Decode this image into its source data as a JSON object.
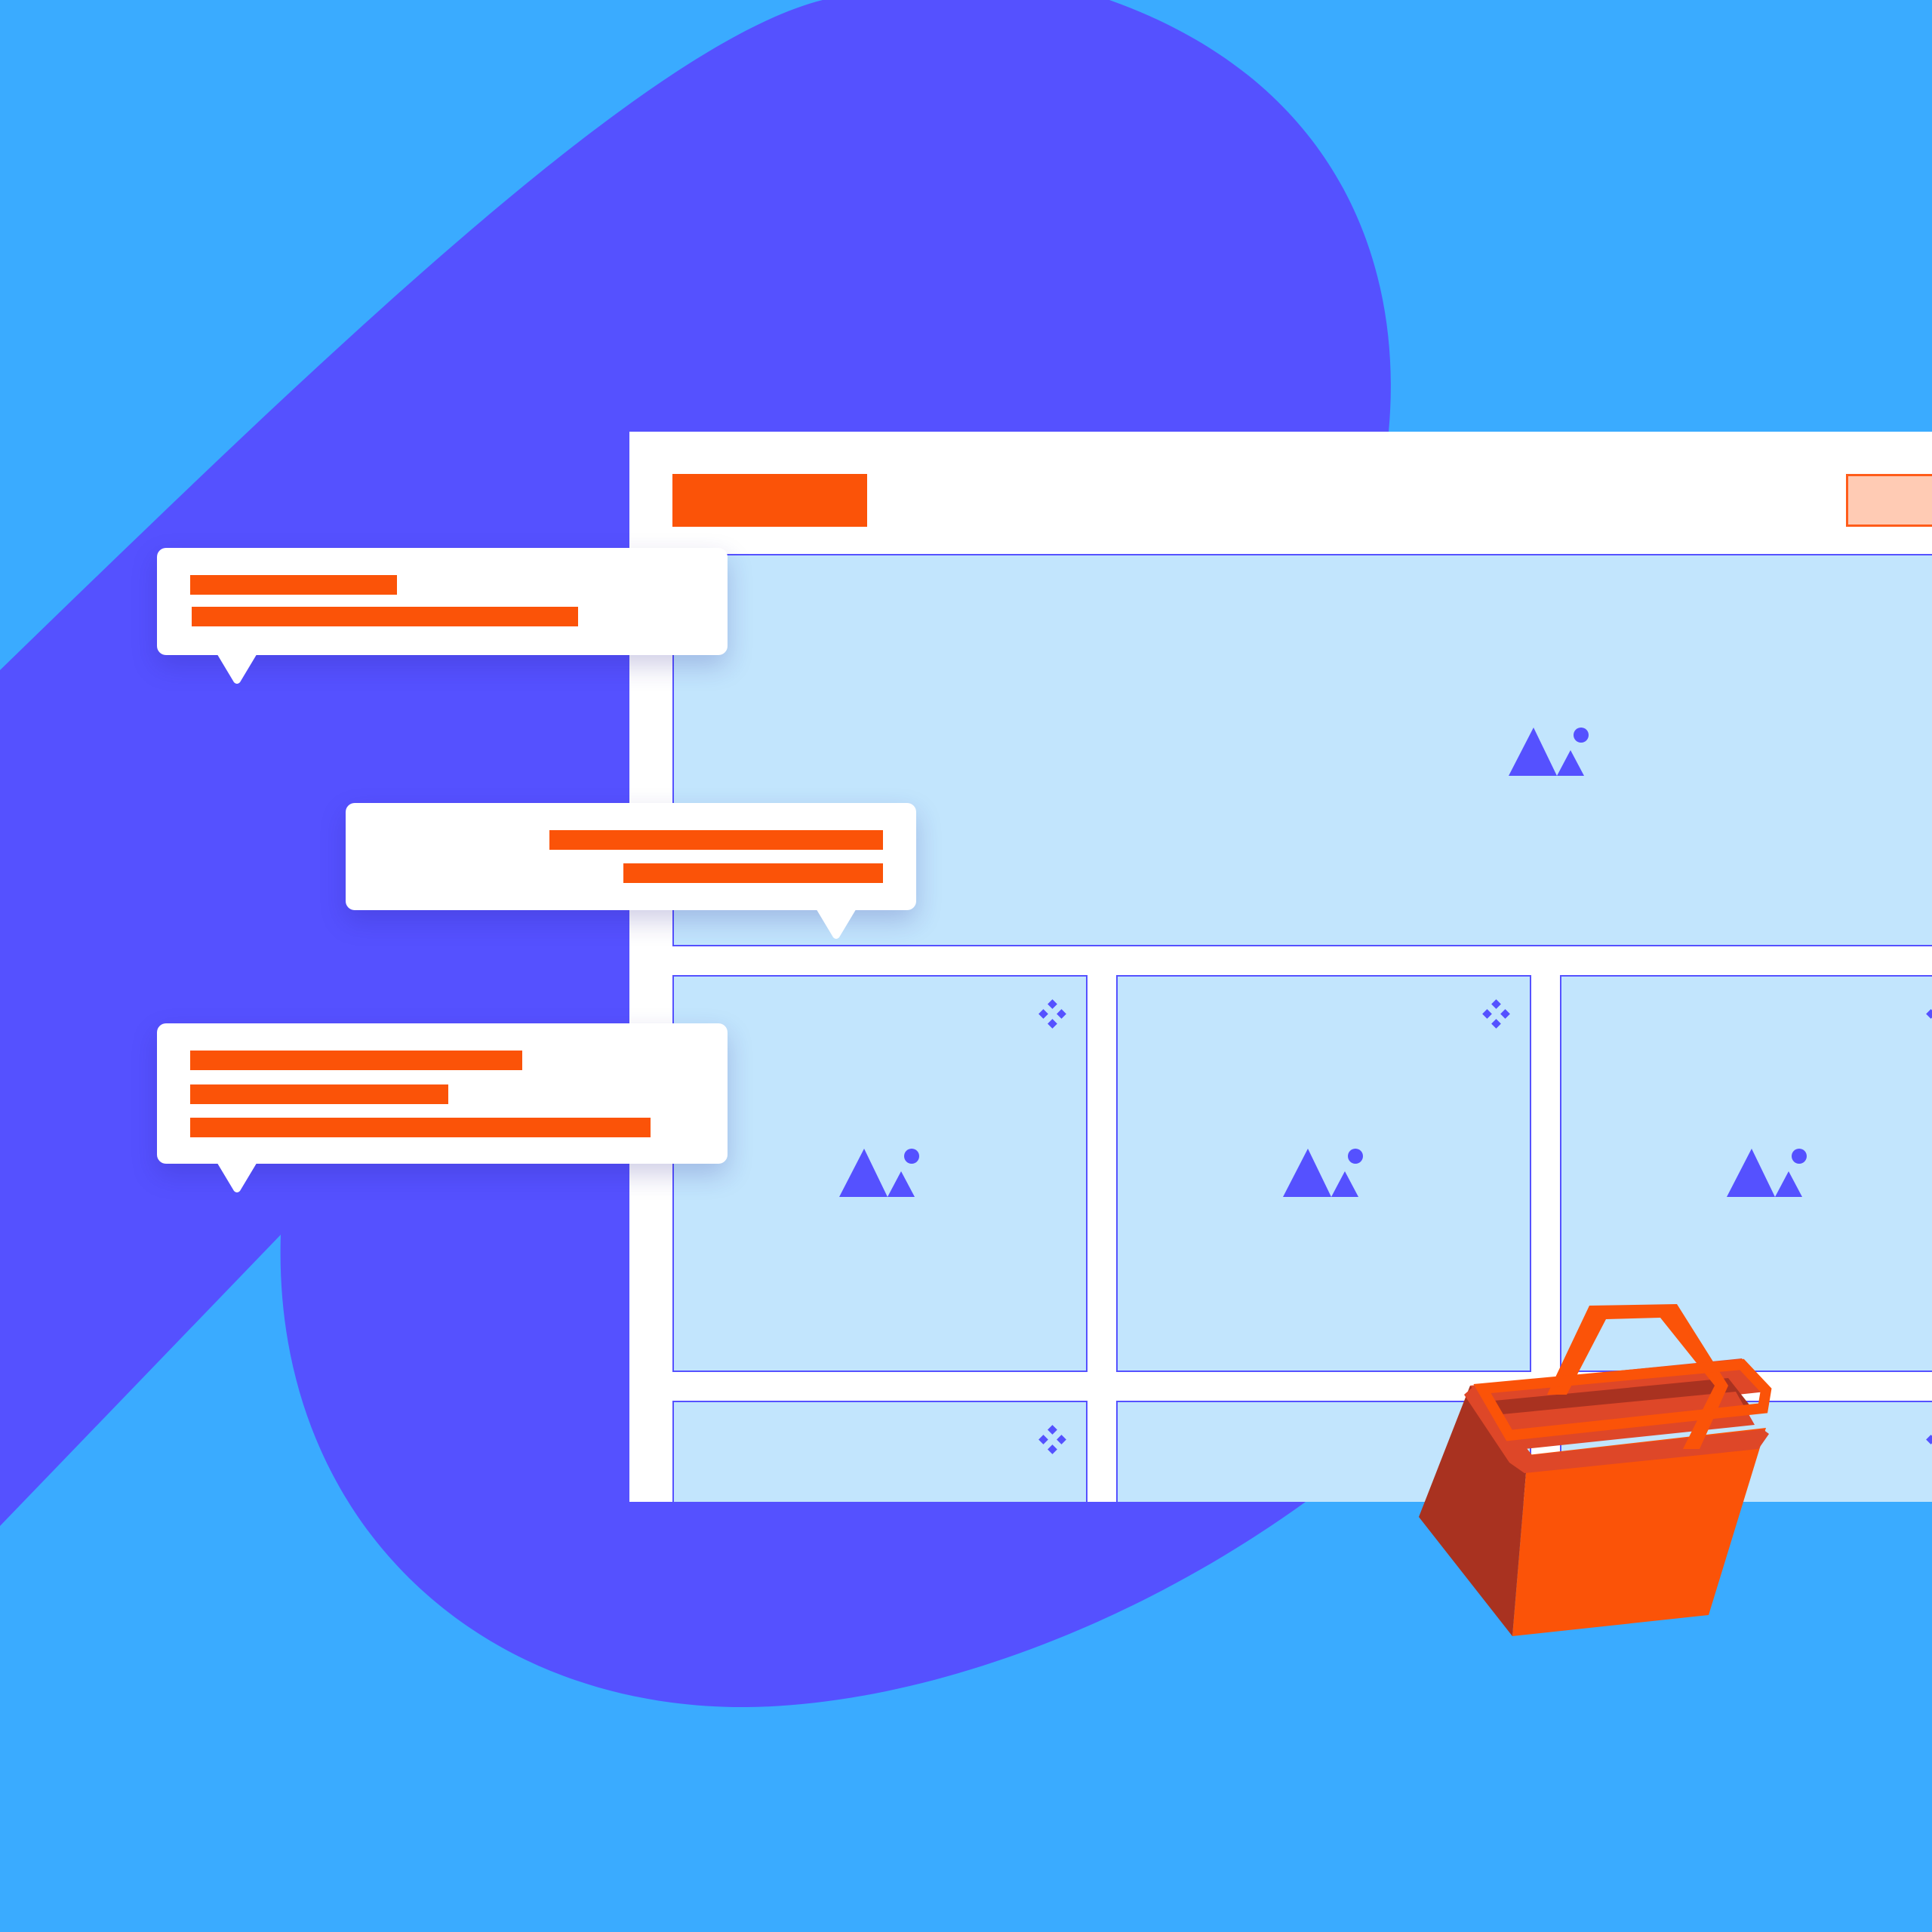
{
  "colors": {
    "background": "#3aabff",
    "blob": "#5551ff",
    "accent": "#fb5308",
    "accent_light": "#ffcbb4",
    "tile_fill": "#c2e5fd",
    "tile_border": "#5551ff",
    "card": "#ffffff",
    "basket_dark": "#a93220",
    "basket_mid": "#de4728"
  },
  "window": {
    "header": {
      "logo": "orange-bar-placeholder",
      "button": "light-orange-button-placeholder"
    },
    "hero": {
      "icon": "image-placeholder-icon"
    },
    "tiles": [
      {
        "icon": "image-placeholder-icon",
        "badge": "sparkle-icon"
      },
      {
        "icon": "image-placeholder-icon",
        "badge": "sparkle-icon"
      },
      {
        "icon": "image-placeholder-icon",
        "badge": "sparkle-icon"
      },
      {
        "badge": "sparkle-icon"
      },
      {},
      {
        "badge": "sparkle-icon"
      }
    ]
  },
  "bubbles": [
    {
      "align": "left",
      "lines": 2,
      "tail": "bottom-left"
    },
    {
      "align": "right",
      "lines": 2,
      "tail": "bottom-right"
    },
    {
      "align": "left",
      "lines": 3,
      "tail": "bottom-left"
    }
  ],
  "decoration": {
    "basket": "shopping-basket-icon"
  }
}
